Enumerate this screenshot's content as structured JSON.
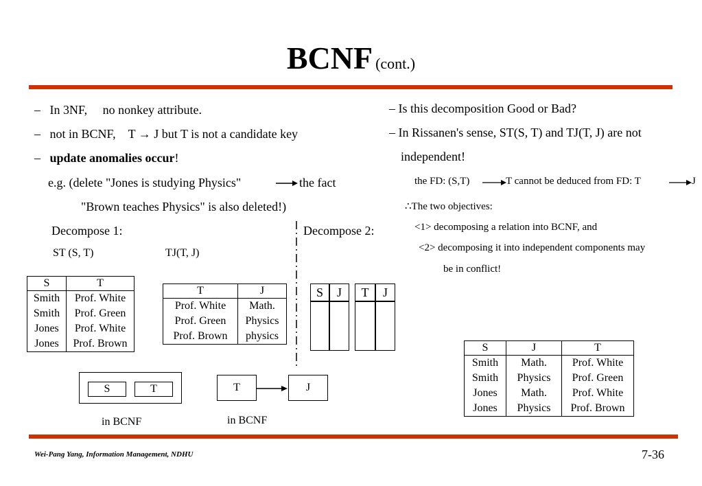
{
  "title": {
    "main": "BCNF",
    "sub": "(cont.)"
  },
  "left": {
    "b1_dash": "–",
    "b1_a": "In 3NF,",
    "b1_b": "no nonkey attribute.",
    "b2_dash": "–",
    "b2_a": "not in BCNF,",
    "b2_b": "T → J but T is not a candidate key",
    "b3_dash": "–",
    "b3_bold": "update anomalies occur",
    "b3_rest": "!",
    "eg1": "e.g. (delete \"Jones is studying Physics\"",
    "eg1_b": "the fact",
    "eg2": "\"Brown teaches Physics\" is also deleted!)",
    "dec1": "Decompose 1:",
    "dec2": "Decompose 2:",
    "st_label": "ST (S, T)",
    "tj_label": "TJ(T, J)",
    "in_bcnf_1": "in BCNF",
    "in_bcnf_2": "in BCNF"
  },
  "st_table": {
    "headers": [
      "S",
      "T"
    ],
    "rows": [
      [
        "Smith",
        "Prof. White"
      ],
      [
        "Smith",
        "Prof. Green"
      ],
      [
        "Jones",
        "Prof. White"
      ],
      [
        "Jones",
        "Prof. Brown"
      ]
    ]
  },
  "tj_table": {
    "headers": [
      "T",
      "J"
    ],
    "rows": [
      [
        "Prof. White",
        "Math."
      ],
      [
        "Prof. Green",
        "Physics"
      ],
      [
        "Prof. Brown",
        "physics"
      ]
    ]
  },
  "sj_table": {
    "headers": [
      "S",
      "J"
    ]
  },
  "tj2_table": {
    "headers": [
      "T",
      "J"
    ]
  },
  "fd_box": {
    "s": "S",
    "t": "T"
  },
  "fd_arrow": {
    "from": "T",
    "to": "J"
  },
  "right": {
    "q": "– Is this decomposition Good or Bad?",
    "r1": "– In Rissanen's sense, ST(S, T) and TJ(T, J) are not",
    "r2": "independent!",
    "fd_a": "the FD: (S,T)",
    "fd_b": "T cannot be deduced from FD: T",
    "fd_c": "J",
    "therefore": "∴The two objectives:",
    "o1": "<1> decomposing a relation into BCNF, and",
    "o2": "<2> decomposing it into independent components may",
    "o3": "be in conflict!"
  },
  "stj_table": {
    "headers": [
      "S",
      "J",
      "T"
    ],
    "rows": [
      [
        "Smith",
        "Math.",
        "Prof. White"
      ],
      [
        "Smith",
        "Physics",
        "Prof. Green"
      ],
      [
        "Jones",
        "Math.",
        "Prof. White"
      ],
      [
        "Jones",
        "Physics",
        "Prof. Brown"
      ]
    ]
  },
  "footer": {
    "left": "Wei-Pang Yang, Information Management, NDHU",
    "right": "7-36"
  }
}
